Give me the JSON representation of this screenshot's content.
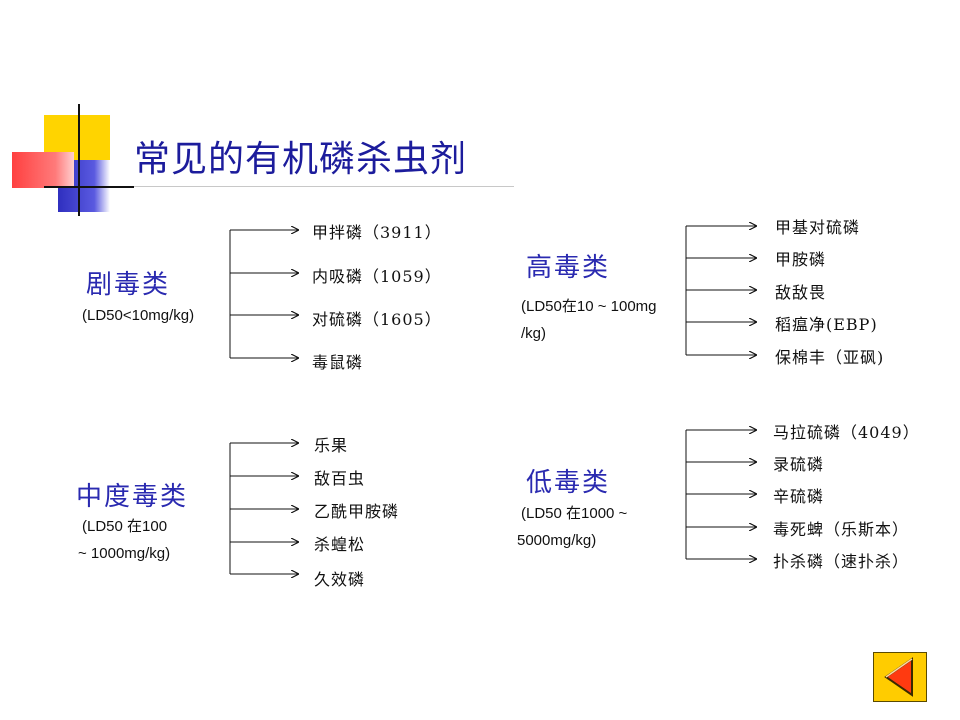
{
  "slide": {
    "title": "常见的有机磷杀虫剂"
  },
  "groups": [
    {
      "category": "剧毒类",
      "note_lines": [
        "(LD50<10mg/kg)"
      ],
      "items": [
        "甲拌磷（3911）",
        "内吸磷（1059）",
        "对硫磷（1605）",
        "毒鼠磷"
      ]
    },
    {
      "category": "高毒类",
      "note_lines": [
        "(LD50在10 ~ 100mg",
        "/kg)"
      ],
      "items": [
        "甲基对硫磷",
        "甲胺磷",
        "敌敌畏",
        "稻瘟净(EBP)",
        "保棉丰（亚砜)"
      ]
    },
    {
      "category": "中度毒类",
      "note_lines": [
        "(LD50 在100",
        "~ 1000mg/kg)"
      ],
      "items": [
        "乐果",
        "敌百虫",
        "乙酰甲胺磷",
        "杀蝗松",
        "久效磷"
      ]
    },
    {
      "category": "低毒类",
      "note_lines": [
        "(LD50 在1000 ~",
        "5000mg/kg)"
      ],
      "items": [
        "马拉硫磷（4049）",
        "录硫磷",
        "辛硫磷",
        "毒死蜱（乐斯本）",
        "扑杀磷（速扑杀）"
      ]
    }
  ],
  "nav": {
    "back_icon": "triangle-left-icon"
  }
}
